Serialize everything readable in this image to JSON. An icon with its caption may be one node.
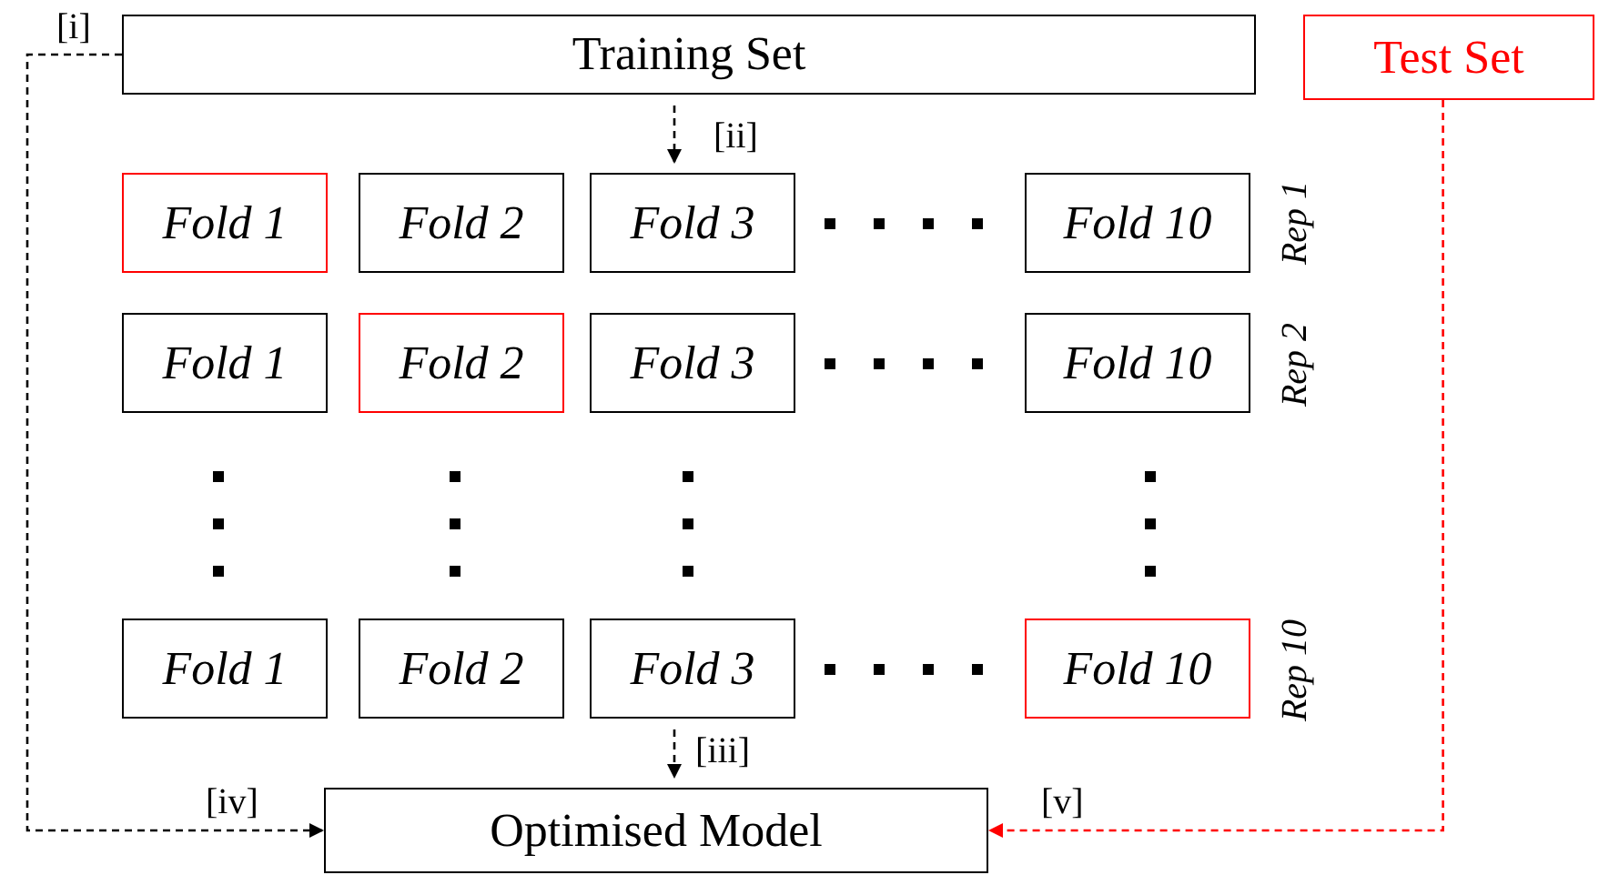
{
  "diagram": {
    "nodes": [
      {
        "text": [
          "Training Set"
        ]
      },
      {
        "text": [
          "Test Set"
        ]
      },
      {
        "text": [
          "Fold 1"
        ]
      },
      {
        "text": [
          "Fold 2"
        ]
      },
      {
        "text": [
          "Fold 3"
        ]
      },
      {
        "text": [
          "Fold 10"
        ]
      },
      {
        "text": [
          "Fold 1"
        ]
      },
      {
        "text": [
          "Fold 2"
        ]
      },
      {
        "text": [
          "Fold 3"
        ]
      },
      {
        "text": [
          "Fold 10"
        ]
      },
      {
        "text": [
          "Fold 1"
        ]
      },
      {
        "text": [
          "Fold 2"
        ]
      },
      {
        "text": [
          "Fold 3"
        ]
      },
      {
        "text": [
          "Fold 10"
        ]
      },
      {
        "text": [
          "Optimised Model"
        ]
      }
    ],
    "edges": [
      {
        "from": 0,
        "to": 14,
        "arrow": "to",
        "label": "[i]",
        "style": "dashed"
      },
      {
        "from": 0,
        "to": 4,
        "arrow": "to",
        "label": "[ii]",
        "style": "dashed"
      },
      {
        "from": 12,
        "to": 14,
        "arrow": "to",
        "label": "[iii]",
        "style": "dashed"
      },
      {
        "from": 1,
        "to": 14,
        "arrow": "to",
        "label": "[v]",
        "style": "dashed",
        "color": "#ff0000"
      }
    ],
    "labels": [
      "Rep 1",
      "Rep 2",
      "[iv]",
      "Rep 10"
    ]
  }
}
